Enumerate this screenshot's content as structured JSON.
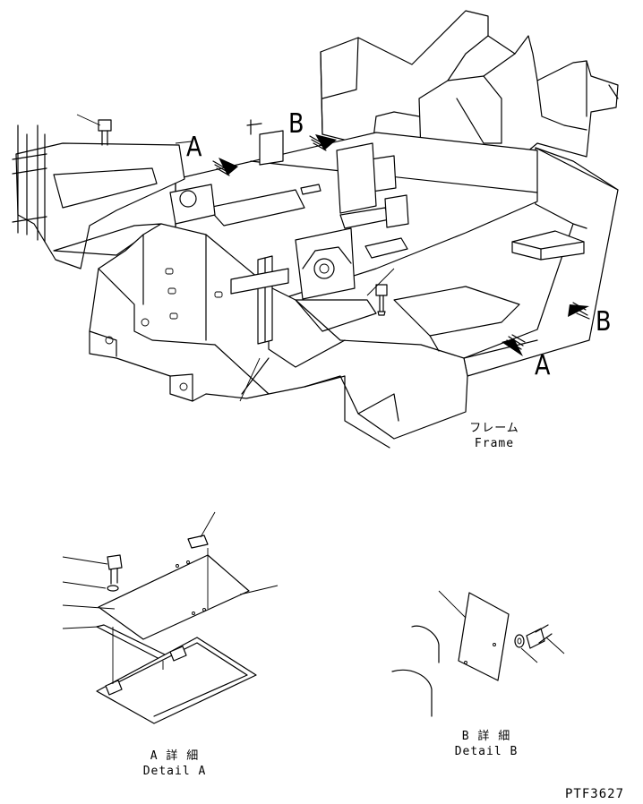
{
  "callouts": {
    "a_top": "A",
    "b_top": "B",
    "b_right": "B",
    "a_right": "A"
  },
  "frame_caption": {
    "jp": "フレーム",
    "en": "Frame"
  },
  "detail_a": {
    "jp": "A 詳 細",
    "en": "Detail A"
  },
  "detail_b": {
    "jp": "B 詳 細",
    "en": "Detail B"
  },
  "drawing_code": "PTF3627"
}
